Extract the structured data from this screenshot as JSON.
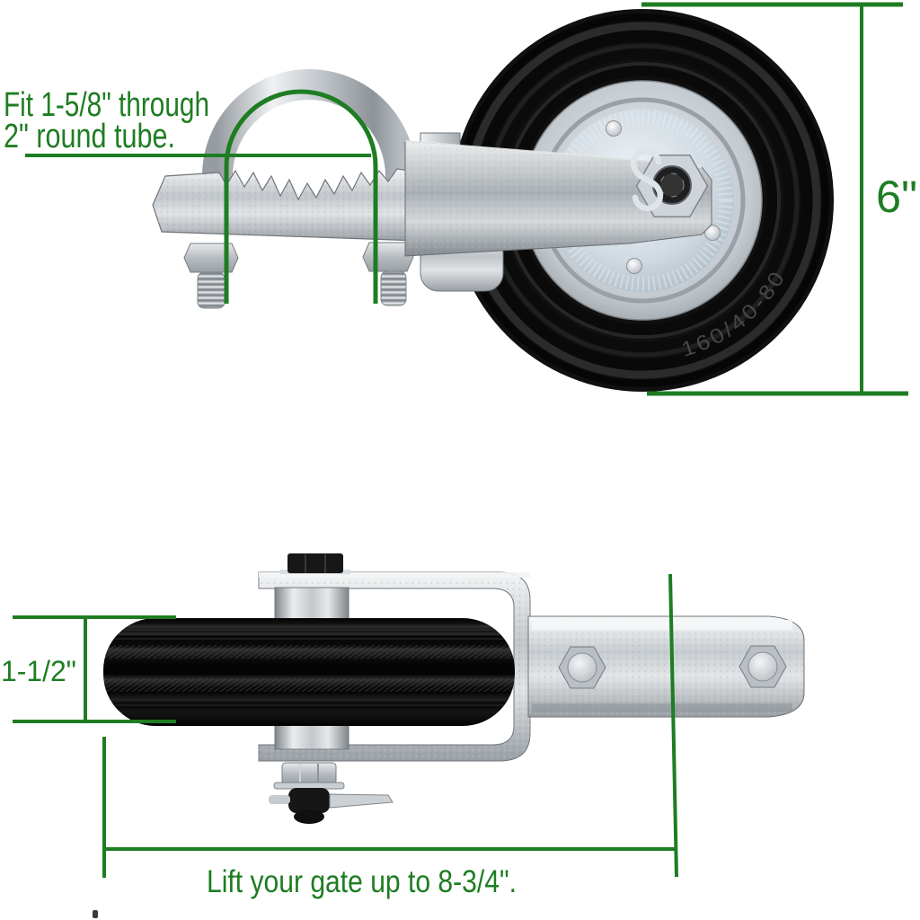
{
  "image": {
    "description": "Gate helper wheel product photo, side view and top view, with green dimension annotations",
    "background_color": "#ffffff",
    "accent_color": "#1e7d22",
    "tire_color": "#0b0b0b",
    "metal_color": "#c6cbd0"
  },
  "annotations": {
    "fit_note": {
      "line1": "Fit 1-5/8\" through",
      "line2": "2\" round tube."
    },
    "wheel_diameter_label": "6\"",
    "wheel_width_label": "1-1/2\"",
    "lift_note": "Lift your gate up to 8-3/4\".",
    "tire_marking": "160/40-80"
  }
}
